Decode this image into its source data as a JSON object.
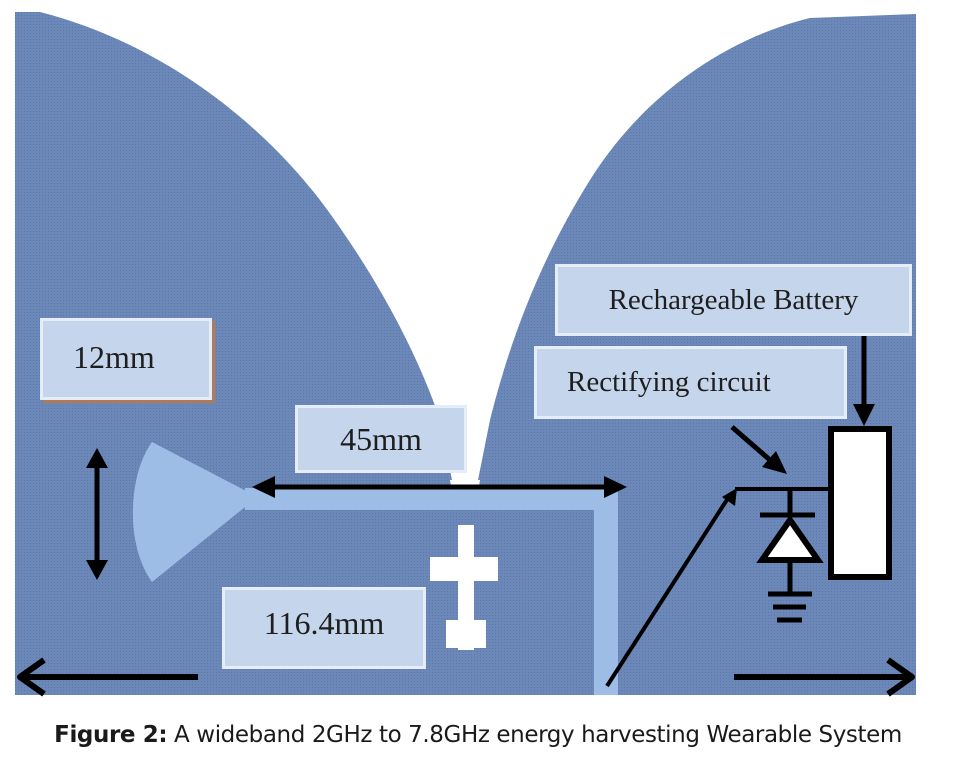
{
  "figure": {
    "labels": {
      "width_12mm": "12mm",
      "length_45mm": "45mm",
      "total_116mm": "116.4mm",
      "battery": "Rechargeable Battery",
      "rectifier": "Rectifying circuit"
    },
    "colors": {
      "substrate": "#6b88b8",
      "antenna": "#9ebde6",
      "label_fill": "#c5d6ec",
      "arrow": "#000000",
      "gap": "#ffffff"
    }
  },
  "caption": {
    "prefix": "Figure 2:",
    "text": " A wideband 2GHz to 7.8GHz energy harvesting Wearable System"
  }
}
